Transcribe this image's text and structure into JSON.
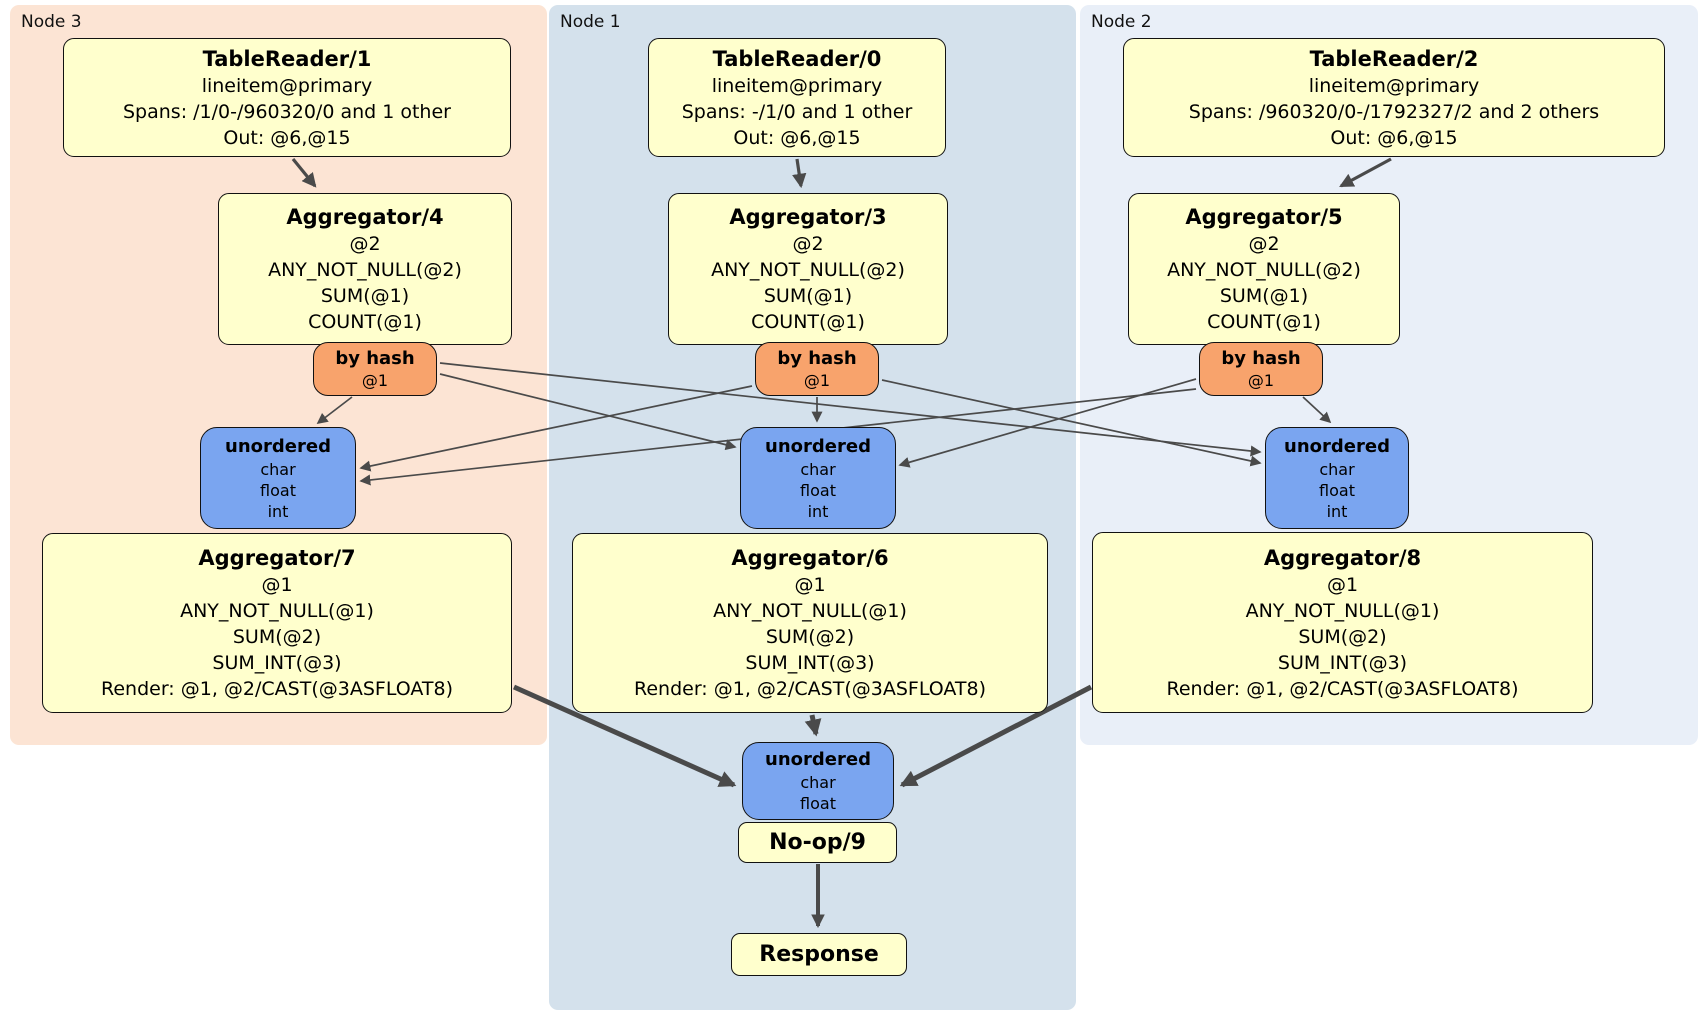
{
  "colors": {
    "node3_bg": "#fce4d4",
    "node1_bg": "#d4e1ec",
    "node2_bg": "#e9eff8",
    "processor_fill": "#ffffcd",
    "router_fill": "#f8a36c",
    "sync_fill": "#7aa5f0",
    "edge": "#4a4a4a"
  },
  "regions": {
    "node3": {
      "label": "Node 3"
    },
    "node1": {
      "label": "Node 1"
    },
    "node2": {
      "label": "Node 2"
    }
  },
  "processors": {
    "tablereader1": {
      "title": "TableReader/1",
      "lines": [
        "lineitem@primary",
        "Spans: /1/0-/960320/0 and 1 other",
        "Out: @6,@15"
      ]
    },
    "tablereader0": {
      "title": "TableReader/0",
      "lines": [
        "lineitem@primary",
        "Spans: -/1/0 and 1 other",
        "Out: @6,@15"
      ]
    },
    "tablereader2": {
      "title": "TableReader/2",
      "lines": [
        "lineitem@primary",
        "Spans: /960320/0-/1792327/2 and 2 others",
        "Out: @6,@15"
      ]
    },
    "aggregator4": {
      "title": "Aggregator/4",
      "lines": [
        "@2",
        "ANY_NOT_NULL(@2)",
        "SUM(@1)",
        "COUNT(@1)"
      ]
    },
    "aggregator3": {
      "title": "Aggregator/3",
      "lines": [
        "@2",
        "ANY_NOT_NULL(@2)",
        "SUM(@1)",
        "COUNT(@1)"
      ]
    },
    "aggregator5": {
      "title": "Aggregator/5",
      "lines": [
        "@2",
        "ANY_NOT_NULL(@2)",
        "SUM(@1)",
        "COUNT(@1)"
      ]
    },
    "aggregator7": {
      "title": "Aggregator/7",
      "lines": [
        "@1",
        "ANY_NOT_NULL(@1)",
        "SUM(@2)",
        "SUM_INT(@3)",
        "Render: @1, @2/CAST(@3ASFLOAT8)"
      ]
    },
    "aggregator6": {
      "title": "Aggregator/6",
      "lines": [
        "@1",
        "ANY_NOT_NULL(@1)",
        "SUM(@2)",
        "SUM_INT(@3)",
        "Render: @1, @2/CAST(@3ASFLOAT8)"
      ]
    },
    "aggregator8": {
      "title": "Aggregator/8",
      "lines": [
        "@1",
        "ANY_NOT_NULL(@1)",
        "SUM(@2)",
        "SUM_INT(@3)",
        "Render: @1, @2/CAST(@3ASFLOAT8)"
      ]
    },
    "noop": {
      "title": "No-op/9"
    },
    "response": {
      "title": "Response"
    }
  },
  "routers": {
    "node3": {
      "title": "by hash",
      "detail": "@1"
    },
    "node1": {
      "title": "by hash",
      "detail": "@1"
    },
    "node2": {
      "title": "by hash",
      "detail": "@1"
    }
  },
  "syncs": {
    "node3": {
      "title": "unordered",
      "types": [
        "char",
        "float",
        "int"
      ]
    },
    "node1": {
      "title": "unordered",
      "types": [
        "char",
        "float",
        "int"
      ]
    },
    "node2": {
      "title": "unordered",
      "types": [
        "char",
        "float",
        "int"
      ]
    },
    "final": {
      "title": "unordered",
      "types": [
        "char",
        "float"
      ]
    }
  }
}
